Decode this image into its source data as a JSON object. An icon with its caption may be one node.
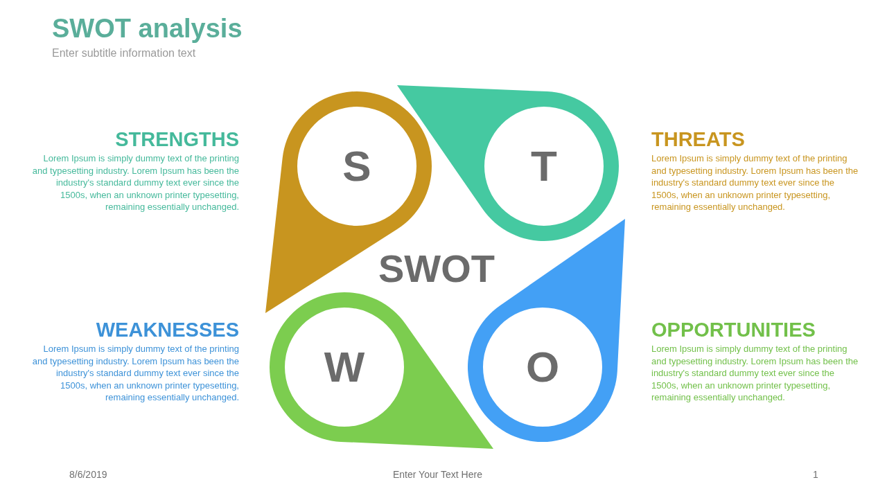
{
  "diagram": {
    "title": "SWOT analysis",
    "nodes": [
      {
        "text": [
          "STRENGTHS",
          "Lorem Ipsum is simply dummy text of the printing and typesetting industry. Lorem Ipsum has been the industry's standard dummy text ever since the 1500s, when an unknown printer typesetting, remaining essentially unchanged."
        ]
      },
      {
        "text": [
          "S"
        ]
      },
      {
        "text": [
          "T"
        ]
      },
      {
        "text": [
          "THREATS",
          "Lorem Ipsum is simply dummy text of the printing and typesetting industry. Lorem Ipsum has been the industry's standard dummy text ever since the 1500s, when an unknown printer typesetting, remaining essentially unchanged."
        ]
      },
      {
        "text": [
          "WEAKNESSES",
          "Lorem Ipsum is simply dummy text of the printing and typesetting industry. Lorem Ipsum has been the industry's standard dummy text ever since the 1500s, when an unknown printer typesetting, remaining essentially unchanged."
        ]
      },
      {
        "text": [
          "W"
        ]
      },
      {
        "text": [
          "O"
        ]
      },
      {
        "text": [
          "OPPORTUNITIES",
          "Lorem Ipsum is simply dummy text of the printing and typesetting industry. Lorem Ipsum has been the industry's standard dummy text ever since the 1500s, when an unknown printer typesetting, remaining essentially unchanged."
        ]
      }
    ],
    "edges": [],
    "labels": [
      "Enter subtitle information text",
      "SWOT",
      "8/6/2019",
      "Enter Your Text Here",
      "1"
    ]
  }
}
